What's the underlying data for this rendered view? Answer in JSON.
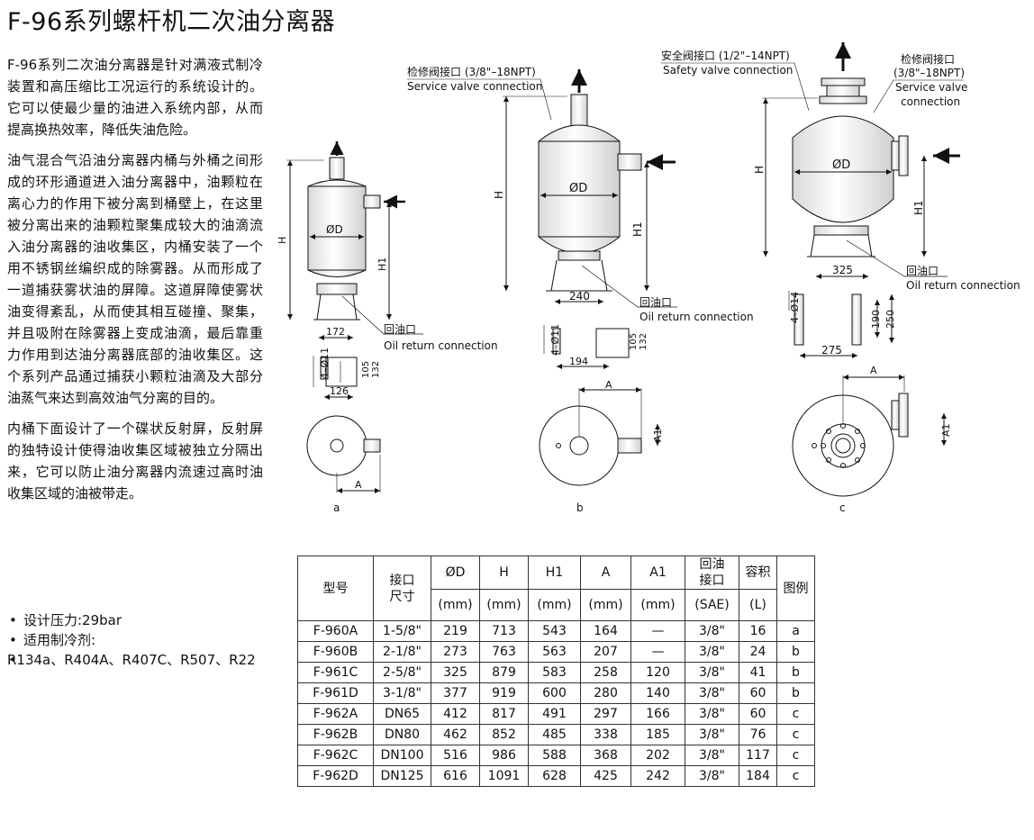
{
  "title": "F-96系列螺杆机二次油分离器",
  "intro": {
    "p1": "F-96系列二次油分离器是针对满液式制冷装置和高压缩比工况运行的系统设计的。它可以使最少量的油进入系统内部，从而提高换热效率，降低失油危险。",
    "p2": "油气混合气沿油分离器内桶与外桶之间形成的环形通道进入油分离器中，油颗粒在离心力的作用下被分离到桶壁上，在这里被分离出来的油颗粒聚集成较大的油滴流入油分离器的油收集区，内桶安装了一个用不锈钢丝编织成的除雾器。从而形成了一道捕获雾状油的屏障。这道屏障使雾状油变得紊乱，从而使其相互碰撞、聚集，并且吸附在除雾器上变成油滴，最后靠重力作用到达油分离器底部的油收集区。这个系列产品通过捕获小颗粒油滴及大部分油蒸气来达到高效油气分离的目的。",
    "p3": "内桶下面设计了一个碟状反射屏，反射屏的独特设计使得油收集区域被独立分隔出来，它可以防止油分离器内流速过高时油收集区域的油被带走。"
  },
  "bullets": {
    "pressure": "设计压力:29bar",
    "refrigerant_label": "适用制冷剂:",
    "refrigerants": "R134a、R404A、R407C、R507、R22"
  },
  "drawings": {
    "service_valve_cn": "检修阀接口 (3/8\"–18NPT)",
    "service_valve_en": "Service valve connection",
    "safety_valve_cn": "安全阀接口 (1/2\"–14NPT)",
    "safety_valve_en": "Safety valve connection",
    "service_c_cn": "检修阀接口",
    "service_c_npt": "(3/8\"–18NPT)",
    "service_c_en1": "Service valve",
    "service_c_en2": "connection",
    "oil_return_cn": "回油口",
    "oil_return_en": "Oil return connection",
    "dim_H": "H",
    "dim_H1": "H1",
    "dim_D": "ØD",
    "dim_A": "A",
    "dim_A1": "A1",
    "a_172": "172",
    "a_126": "126",
    "a_105": "105",
    "a_132": "132",
    "a_holes": "4–Ø11",
    "b_240": "240",
    "b_194": "194",
    "b_105": "105",
    "b_132": "132",
    "b_holes": "4–Ø11",
    "c_325": "325",
    "c_275": "275",
    "c_190": "190",
    "c_250": "250",
    "c_holes": "4–Ø14",
    "label_a": "a",
    "label_b": "b",
    "label_c": "c"
  },
  "table": {
    "headers": {
      "model": "型号",
      "conn1": "接口",
      "conn2": "尺寸",
      "d": "ØD",
      "d_unit": "(mm)",
      "h": "H",
      "h_unit": "(mm)",
      "h1": "H1",
      "h1_unit": "(mm)",
      "a": "A",
      "a_unit": "(mm)",
      "a1": "A1",
      "a1_unit": "(mm)",
      "oil1": "回油",
      "oil2": "接口",
      "oil_unit": "(SAE)",
      "vol": "容积",
      "vol_unit": "(L)",
      "fig": "图例"
    },
    "rows": [
      [
        "F-960A",
        "1-5/8\"",
        "219",
        "713",
        "543",
        "164",
        "—",
        "3/8\"",
        "16",
        "a"
      ],
      [
        "F-960B",
        "2-1/8\"",
        "273",
        "763",
        "563",
        "207",
        "—",
        "3/8\"",
        "24",
        "b"
      ],
      [
        "F-961C",
        "2-5/8\"",
        "325",
        "879",
        "583",
        "258",
        "120",
        "3/8\"",
        "41",
        "b"
      ],
      [
        "F-961D",
        "3-1/8\"",
        "377",
        "919",
        "600",
        "280",
        "140",
        "3/8\"",
        "60",
        "b"
      ],
      [
        "F-962A",
        "DN65",
        "412",
        "817",
        "491",
        "297",
        "166",
        "3/8\"",
        "60",
        "c"
      ],
      [
        "F-962B",
        "DN80",
        "462",
        "852",
        "485",
        "338",
        "185",
        "3/8\"",
        "76",
        "c"
      ],
      [
        "F-962C",
        "DN100",
        "516",
        "986",
        "588",
        "368",
        "202",
        "3/8\"",
        "117",
        "c"
      ],
      [
        "F-962D",
        "DN125",
        "616",
        "1091",
        "628",
        "425",
        "242",
        "3/8\"",
        "184",
        "c"
      ]
    ]
  }
}
